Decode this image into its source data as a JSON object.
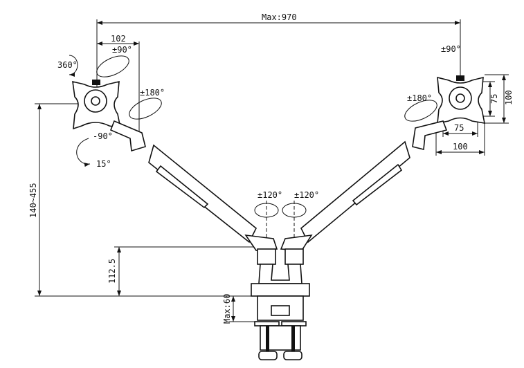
{
  "dimensions": {
    "max_reach": "Max:970",
    "pivot_offset": "102",
    "height_range": "140~455",
    "base_height": "112.5",
    "clamp_thickness": "Max:60",
    "vesa_small_h": "75",
    "vesa_large_h": "100",
    "vesa_small_v": "75",
    "vesa_large_v": "100"
  },
  "rotations": {
    "left_rotate": "360°",
    "left_swivel": "±90°",
    "left_arm_swivel": "±180°",
    "left_tilt_up": "-90°",
    "left_tilt_down": "15°",
    "right_swivel": "±90°",
    "right_arm_swivel": "±180°",
    "base_left": "±120°",
    "base_right": "±120°"
  }
}
